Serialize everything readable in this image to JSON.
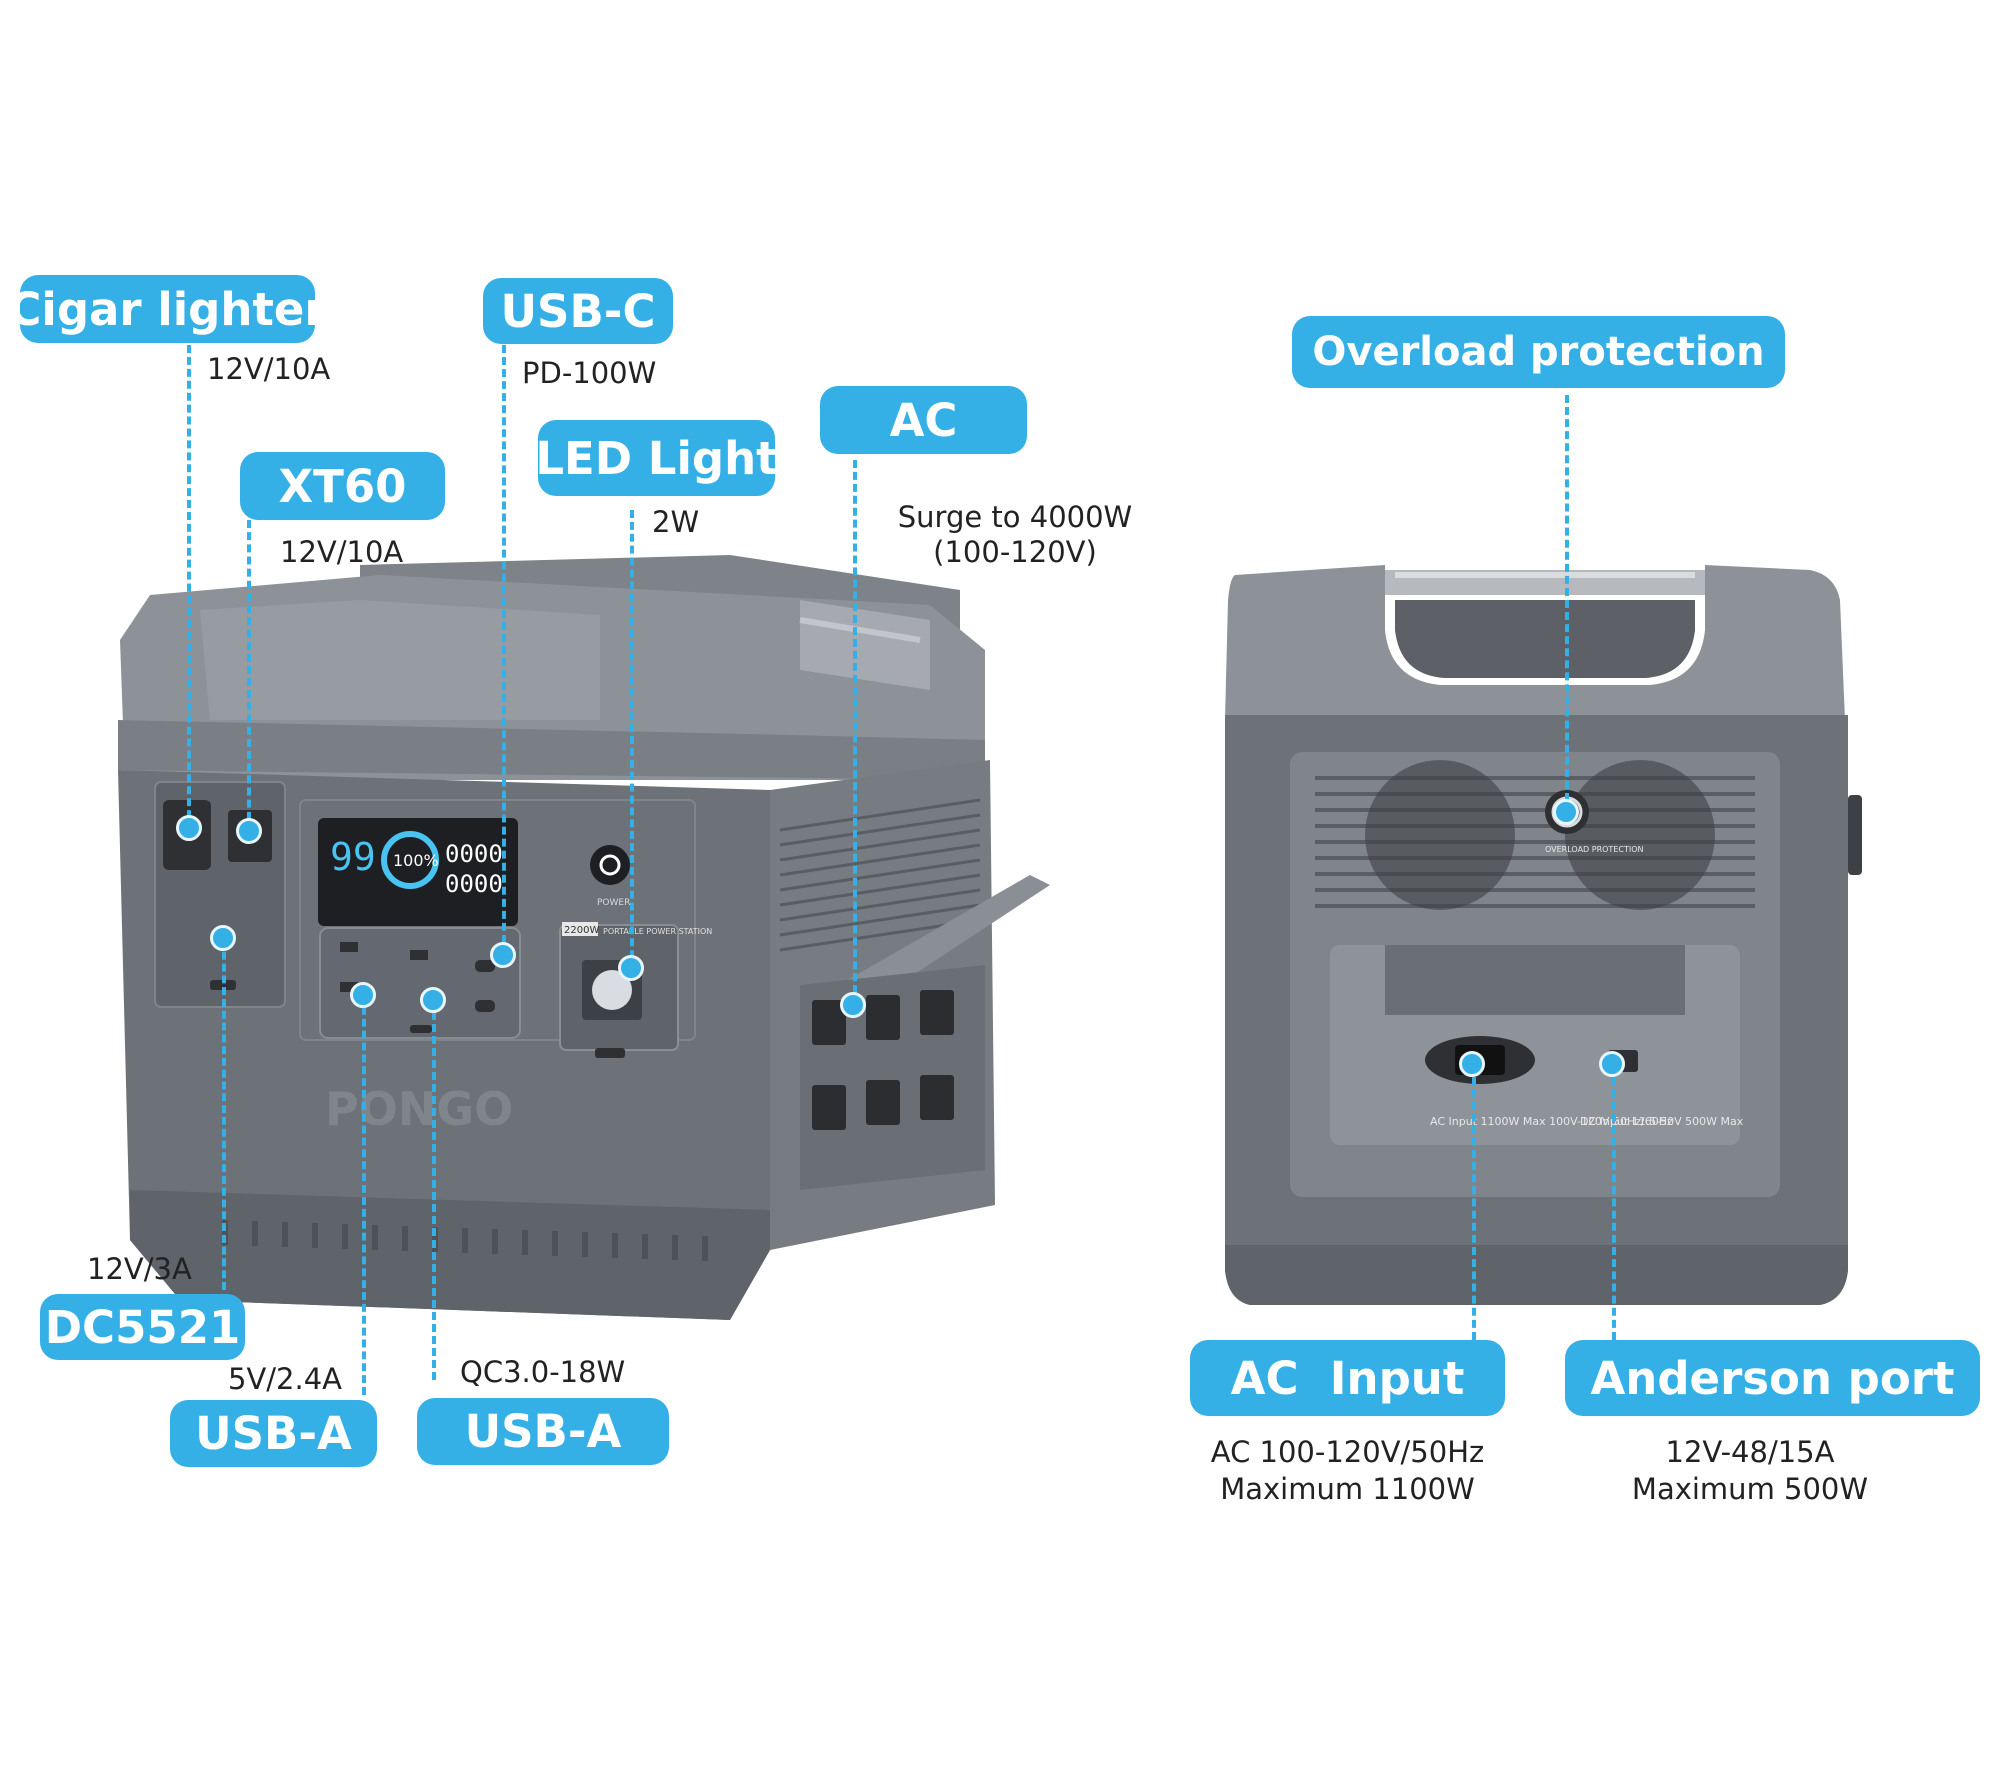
{
  "labels": {
    "cigar": {
      "title": "Cigar lighter",
      "spec": "12V/10A"
    },
    "xt60": {
      "title": "XT60",
      "spec": "12V/10A"
    },
    "usbc": {
      "title": "USB-C",
      "spec": "PD-100W"
    },
    "led": {
      "title": "LED Light",
      "spec": "2W"
    },
    "ac": {
      "title": "AC",
      "spec_line1": "Surge to 4000W",
      "spec_line2": "(100-120V)"
    },
    "overload": {
      "title": "Overload protection"
    },
    "dc5521": {
      "title": "DC5521",
      "spec": "12V/3A"
    },
    "usba1": {
      "title": "USB-A",
      "spec": "5V/2.4A"
    },
    "usba2": {
      "title": "USB-A",
      "spec": "QC3.0-18W"
    },
    "ac_input": {
      "title": "AC  Input",
      "spec_line1": "AC 100-120V/50Hz",
      "spec_line2": "Maximum 1100W"
    },
    "anderson": {
      "title": "Anderson port",
      "spec_line1": "12V-48/15A",
      "spec_line2": "Maximum 500W"
    }
  },
  "device_front": {
    "brand": "PONGO",
    "screen_left": "99",
    "screen_ring": "100%",
    "screen_top": "0000",
    "screen_bottom": "0000",
    "badge": "2200W",
    "power_label": "POWER",
    "portable_label": "PORTABLE POWER STATION"
  },
  "device_back": {
    "overload_label": "OVERLOAD PROTECTION",
    "ac_port_label": "AC Input 1100W Max 100V-120V 50Hz/60Hz",
    "dc_port_label": "DC Input 11.5-50V 500W Max"
  },
  "colors": {
    "accent": "#34b0e6",
    "body_dark": "#6d7178",
    "body_mid": "#8a8e95",
    "body_light": "#9ea2a8"
  }
}
